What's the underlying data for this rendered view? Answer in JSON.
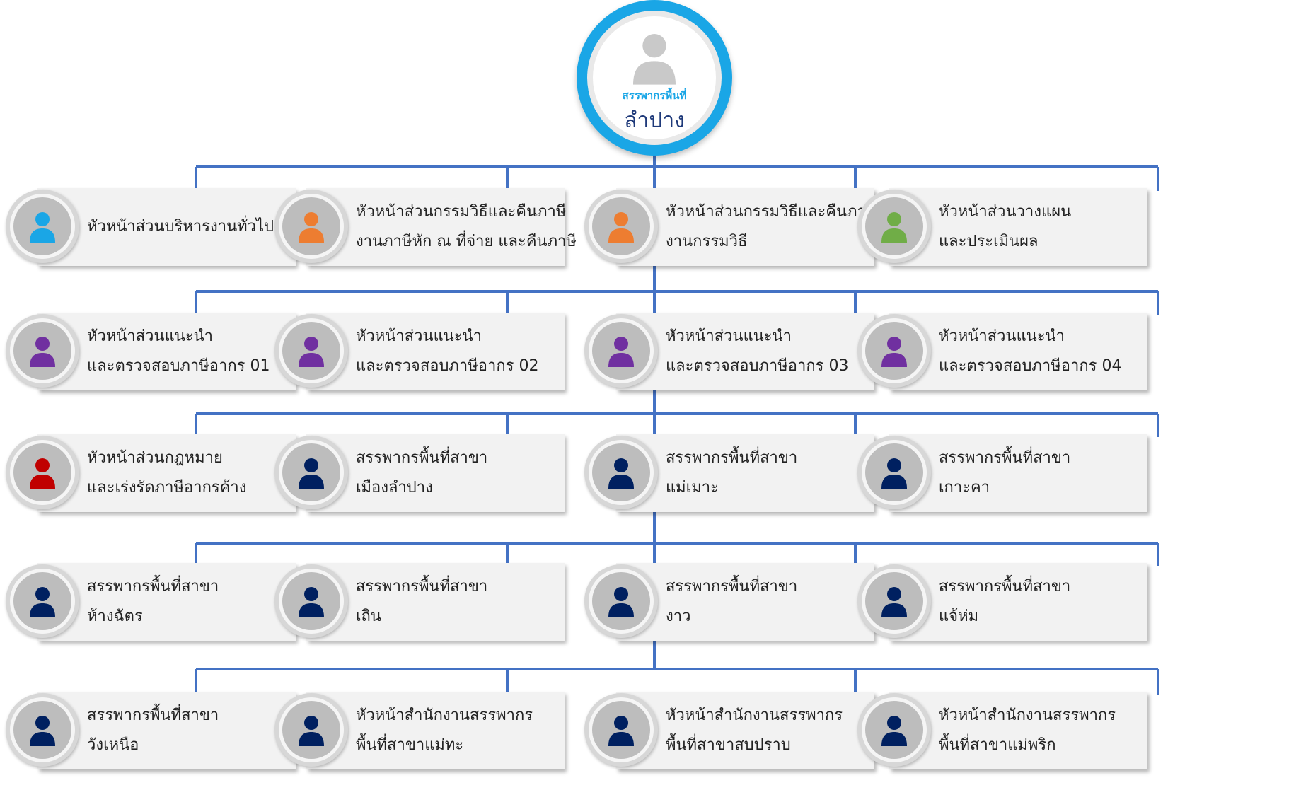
{
  "root": {
    "subtitle": "สรรพากรพื้นที่",
    "title": "ลำปาง",
    "icon": "person-icon",
    "color": "#1aa6e6"
  },
  "line_color": "#4472c4",
  "rows": [
    [
      {
        "line1": "หัวหน้าส่วนบริหารงานทั่วไป",
        "line2": "",
        "icon": "person-icon",
        "color": "#1aa6e6"
      },
      {
        "line1": "หัวหน้าส่วนกรรมวิธีและคืนภาษี",
        "line2": "งานภาษีหัก ณ ที่จ่าย และคืนภาษี",
        "icon": "person-icon",
        "color": "#ed7d31"
      },
      {
        "line1": "หัวหน้าส่วนกรรมวิธีและคืนภาษี",
        "line2": "งานกรรมวิธี",
        "icon": "person-icon",
        "color": "#ed7d31"
      },
      {
        "line1": "หัวหน้าส่วนวางแผน",
        "line2": "และประเมินผล",
        "icon": "person-icon",
        "color": "#70ad47"
      }
    ],
    [
      {
        "line1": "หัวหน้าส่วนแนะนำ",
        "line2": "และตรวจสอบภาษีอากร 01",
        "icon": "person-icon",
        "color": "#7030a0"
      },
      {
        "line1": "หัวหน้าส่วนแนะนำ",
        "line2": "และตรวจสอบภาษีอากร 02",
        "icon": "person-icon",
        "color": "#7030a0"
      },
      {
        "line1": "หัวหน้าส่วนแนะนำ",
        "line2": "และตรวจสอบภาษีอากร 03",
        "icon": "person-icon",
        "color": "#7030a0"
      },
      {
        "line1": "หัวหน้าส่วนแนะนำ",
        "line2": "และตรวจสอบภาษีอากร 04",
        "icon": "person-icon",
        "color": "#7030a0"
      }
    ],
    [
      {
        "line1": "หัวหน้าส่วนกฎหมาย",
        "line2": "และเร่งรัดภาษีอากรค้าง",
        "icon": "person-icon",
        "color": "#c00000"
      },
      {
        "line1": "สรรพากรพื้นที่สาขา",
        "line2": "เมืองลำปาง",
        "icon": "person-icon",
        "color": "#002060"
      },
      {
        "line1": "สรรพากรพื้นที่สาขา",
        "line2": "แม่เมาะ",
        "icon": "person-icon",
        "color": "#002060"
      },
      {
        "line1": "สรรพากรพื้นที่สาขา",
        "line2": "เกาะคา",
        "icon": "person-icon",
        "color": "#002060"
      }
    ],
    [
      {
        "line1": "สรรพากรพื้นที่สาขา",
        "line2": "ห้างฉัตร",
        "icon": "person-icon",
        "color": "#002060"
      },
      {
        "line1": "สรรพากรพื้นที่สาขา",
        "line2": "เถิน",
        "icon": "person-icon",
        "color": "#002060"
      },
      {
        "line1": "สรรพากรพื้นที่สาขา",
        "line2": "งาว",
        "icon": "person-icon",
        "color": "#002060"
      },
      {
        "line1": "สรรพากรพื้นที่สาขา",
        "line2": "แจ้ห่ม",
        "icon": "person-icon",
        "color": "#002060"
      }
    ],
    [
      {
        "line1": "สรรพากรพื้นที่สาขา",
        "line2": "วังเหนือ",
        "icon": "person-icon",
        "color": "#002060"
      },
      {
        "line1": "หัวหน้าสำนักงานสรรพากร",
        "line2": "พื้นที่สาขาแม่ทะ",
        "icon": "person-icon",
        "color": "#002060"
      },
      {
        "line1": "หัวหน้าสำนักงานสรรพากร",
        "line2": "พื้นที่สาขาสบปราบ",
        "icon": "person-icon",
        "color": "#002060"
      },
      {
        "line1": "หัวหน้าสำนักงานสรรพากร",
        "line2": "พื้นที่สาขาแม่พริก",
        "icon": "person-icon",
        "color": "#002060"
      }
    ]
  ]
}
